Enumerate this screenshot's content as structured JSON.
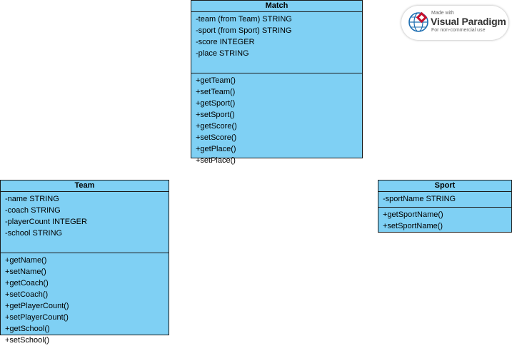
{
  "classes": {
    "match": {
      "name": "Match",
      "attributes": [
        "-team (from Team) STRING",
        "-sport (from Sport) STRING",
        "-score INTEGER",
        "-place STRING"
      ],
      "methods": [
        "+getTeam()",
        "+setTeam()",
        "+getSport()",
        "+setSport()",
        "+getScore()",
        "+setScore()",
        "+getPlace()",
        "+setPlace()"
      ]
    },
    "team": {
      "name": "Team",
      "attributes": [
        "-name STRING",
        "-coach STRING",
        "-playerCount INTEGER",
        "-school STRING"
      ],
      "methods": [
        "+getName()",
        "+setName()",
        "+getCoach()",
        "+setCoach()",
        "+getPlayerCount()",
        "+setPlayerCount()",
        "+getSchool()",
        "+setSchool()"
      ]
    },
    "sport": {
      "name": "Sport",
      "attributes": [
        "-sportName STRING"
      ],
      "methods": [
        "+getSportName()",
        "+setSportName()"
      ]
    }
  },
  "watermark": {
    "made_with": "Made with",
    "brand": "Visual Paradigm",
    "note": "For non-commercial use"
  },
  "colors": {
    "class_fill": "#7fd0f4",
    "class_border": "#1a1a1a",
    "logo_red": "#c8102e",
    "logo_blue": "#1f6fb2"
  }
}
